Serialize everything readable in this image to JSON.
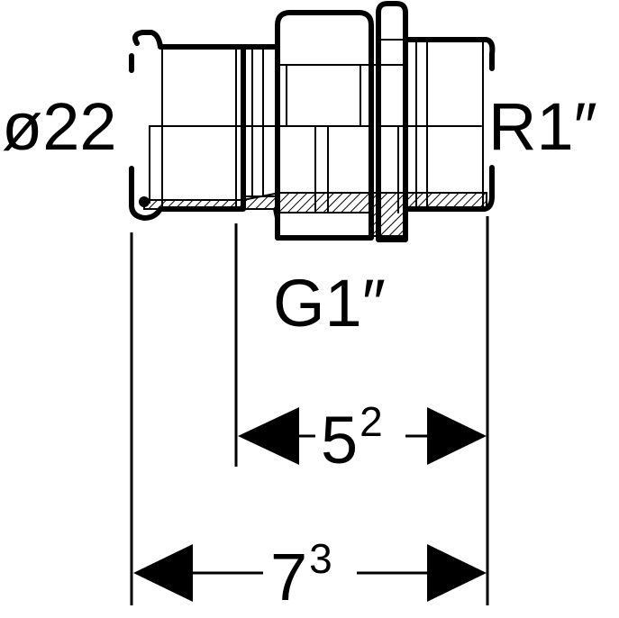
{
  "labels": {
    "outer_diameter": "ø22",
    "pipe_thread": "R1″",
    "union_thread": "G1″"
  },
  "dimensions": {
    "inner": {
      "main": "5",
      "sup": "2"
    },
    "overall": {
      "main": "7",
      "sup": "3"
    }
  },
  "colors": {
    "line": "#000000",
    "background": "#ffffff"
  }
}
